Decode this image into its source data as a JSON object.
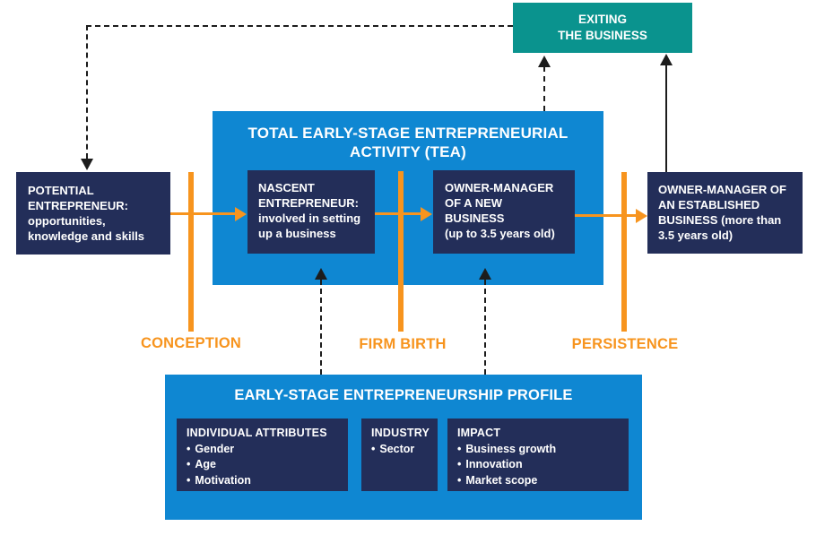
{
  "palette": {
    "blue": "#0f87d2",
    "navy": "#232e59",
    "teal": "#0a938e",
    "orange": "#f7941e",
    "line_black": "#1c1c1c"
  },
  "misc": {
    "bullet": "•"
  },
  "exiting": {
    "line1": "EXITING",
    "line2": "THE BUSINESS"
  },
  "potential": {
    "title": "POTENTIAL ENTREPRENEUR:",
    "desc": "opportunities, knowledge and skills"
  },
  "tea": {
    "title1": "TOTAL EARLY-STAGE ENTREPRENEURIAL",
    "title2": "ACTIVITY (TEA)",
    "nascent": {
      "title": "NASCENT ENTREPRENEUR:",
      "desc": "involved in setting up a business"
    },
    "new_business": {
      "title": "OWNER-MANAGER OF A NEW BUSINESS",
      "desc": "(up to 3.5 years old)"
    }
  },
  "established": {
    "text": "OWNER-MANAGER OF AN ESTABLISHED BUSINESS (more than 3.5 years old)"
  },
  "stages": {
    "conception": "CONCEPTION",
    "firm_birth": "FIRM BIRTH",
    "persistence": "PERSISTENCE"
  },
  "profile": {
    "title": "EARLY-STAGE ENTREPRENEURSHIP PROFILE",
    "boxes": [
      {
        "title": "INDIVIDUAL ATTRIBUTES",
        "items": [
          "Gender",
          "Age",
          "Motivation"
        ]
      },
      {
        "title": "INDUSTRY",
        "items": [
          "Sector"
        ]
      },
      {
        "title": "IMPACT",
        "items": [
          "Business growth",
          "Innovation",
          "Market scope"
        ]
      }
    ]
  }
}
